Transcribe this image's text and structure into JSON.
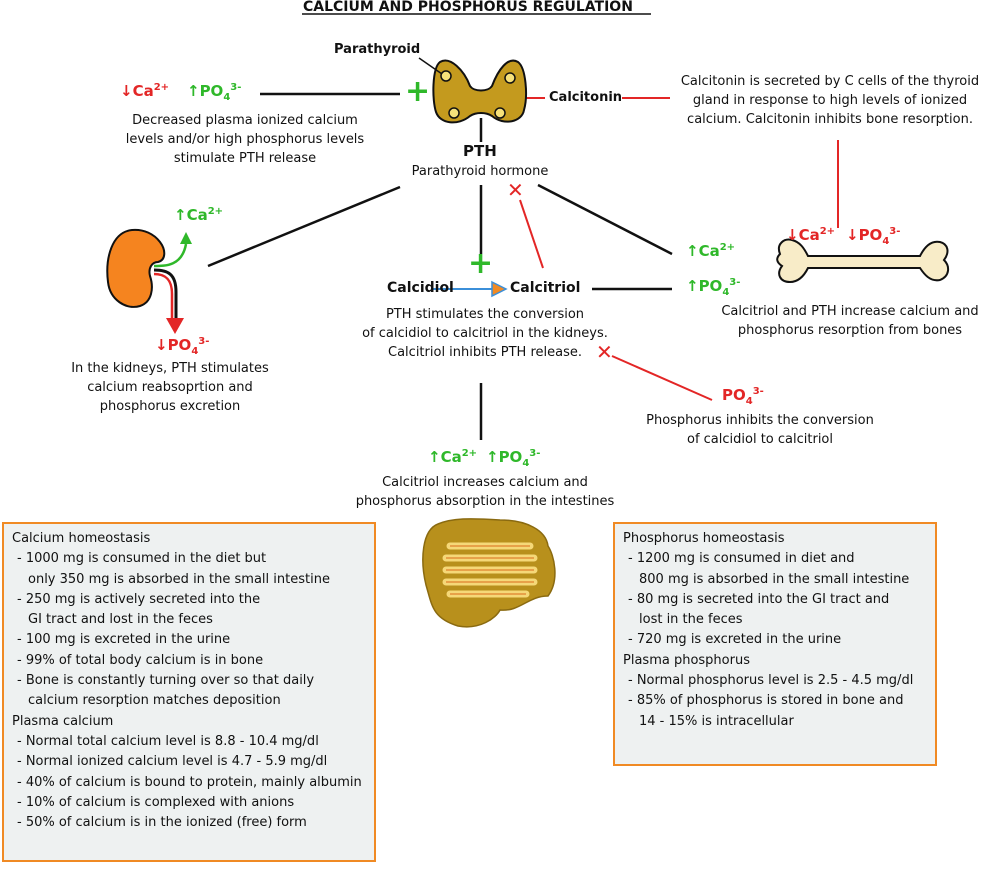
{
  "title": "CALCIUM AND PHOSPHORUS REGULATION",
  "colors": {
    "increase": "#2fb82a",
    "decrease": "#e32626",
    "box_border": "#f08a24",
    "box_bg": "#eef1f1",
    "gland": "#c49a1e",
    "kidney": "#f5841f",
    "bone": "#f8ecc8",
    "intestine": "#b8901c",
    "arrow_blue": "#3b8fd9"
  },
  "icons": [
    "parathyroid-gland-icon",
    "kidney-icon",
    "bone-icon",
    "intestine-icon",
    "plus-icon",
    "cross-icon"
  ],
  "parathyroid": {
    "label": "Parathyroid",
    "pth": "PTH",
    "pth_full": "Parathyroid hormone"
  },
  "stimulus": {
    "ions": {
      "ca": "↓Ca",
      "ca_sup": "2+",
      "po": "↑PO",
      "po_sub": "4",
      "po_sup": "3-"
    },
    "text": [
      "Decreased plasma ionized calcium",
      "levels and/or high phosphorus levels",
      "stimulate PTH release"
    ]
  },
  "calcitonin": {
    "label": "Calcitonin",
    "text": [
      "Calcitonin is secreted by C cells of the thyroid",
      "gland in response to high levels of ionized",
      "calcium. Calcitonin inhibits bone resorption."
    ],
    "ions": {
      "ca": "↓Ca",
      "ca_sup": "2+",
      "po": "↓PO",
      "po_sub": "4",
      "po_sup": "3-"
    }
  },
  "kidney": {
    "ca": "↑Ca",
    "ca_sup": "2+",
    "po": "↓PO",
    "po_sub": "4",
    "po_sup": "3-",
    "text": [
      "In the kidneys, PTH stimulates",
      "calcium reabsoprtion and",
      "phosphorus excretion"
    ]
  },
  "vitd": {
    "calcidiol": "Calcidiol",
    "calcitriol": "Calcitriol",
    "text": [
      "PTH stimulates the conversion",
      "of calcidiol to calcitriol in the kidneys.",
      "Calcitriol inhibits PTH release."
    ]
  },
  "bone": {
    "ca": "↑Ca",
    "ca_sup": "2+",
    "po": "↑PO",
    "po_sub": "4",
    "po_sup": "3-",
    "text": [
      "Calcitriol and PTH increase calcium and",
      "phosphorus resorption from bones"
    ]
  },
  "phos": {
    "label": "PO",
    "sub": "4",
    "sup": "3-",
    "text": [
      "Phosphorus inhibits the conversion",
      "of calcidiol to calcitriol"
    ]
  },
  "intestine": {
    "ca": "↑Ca",
    "ca_sup": "2+",
    "po": "↑PO",
    "po_sub": "4",
    "po_sup": "3-",
    "text": [
      "Calcitriol increases calcium and",
      "phosphorus absorption in the intestines"
    ]
  },
  "symbols": {
    "plus": "+",
    "cross": "✕"
  },
  "calcium_box": {
    "lines": [
      {
        "t": "Calcium homeostasis",
        "c": ""
      },
      {
        "t": "- 1000 mg is consumed in the diet but",
        "c": "ind"
      },
      {
        "t": "only 350 mg is absorbed in the small intestine",
        "c": "ind2"
      },
      {
        "t": "- 250 mg is actively secreted into the",
        "c": "ind"
      },
      {
        "t": "GI tract and lost in the feces",
        "c": "ind2"
      },
      {
        "t": "- 100 mg is excreted in the urine",
        "c": "ind"
      },
      {
        "t": "- 99% of total body calcium is in bone",
        "c": "ind"
      },
      {
        "t": "- Bone is constantly turning over so that daily",
        "c": "ind"
      },
      {
        "t": "calcium resorption matches deposition",
        "c": "ind2"
      },
      {
        "t": " ",
        "c": ""
      },
      {
        "t": "Plasma calcium",
        "c": ""
      },
      {
        "t": "- Normal total calcium level is 8.8 - 10.4 mg/dl",
        "c": "ind"
      },
      {
        "t": "- Normal ionized calcium level is 4.7 - 5.9 mg/dl",
        "c": "ind"
      },
      {
        "t": "- 40% of calcium is bound to protein, mainly albumin",
        "c": "ind"
      },
      {
        "t": "- 10% of calcium is complexed with anions",
        "c": "ind"
      },
      {
        "t": "- 50% of calcium is in the ionized (free) form",
        "c": "ind"
      }
    ]
  },
  "phosphorus_box": {
    "lines": [
      {
        "t": "Phosphorus homeostasis",
        "c": ""
      },
      {
        "t": "- 1200 mg is consumed in diet and",
        "c": "ind"
      },
      {
        "t": "800 mg is absorbed in the small intestine",
        "c": "ind2"
      },
      {
        "t": "- 80 mg is secreted into the GI tract and",
        "c": "ind"
      },
      {
        "t": "lost in the feces",
        "c": "ind2"
      },
      {
        "t": "- 720 mg is excreted in the urine",
        "c": "ind"
      },
      {
        "t": " ",
        "c": ""
      },
      {
        "t": "Plasma phosphorus",
        "c": ""
      },
      {
        "t": "- Normal phosphorus level is 2.5 - 4.5 mg/dl",
        "c": "ind"
      },
      {
        "t": "- 85% of phosphorus is stored in bone and",
        "c": "ind"
      },
      {
        "t": "14 - 15% is intracellular",
        "c": "ind2"
      }
    ]
  }
}
